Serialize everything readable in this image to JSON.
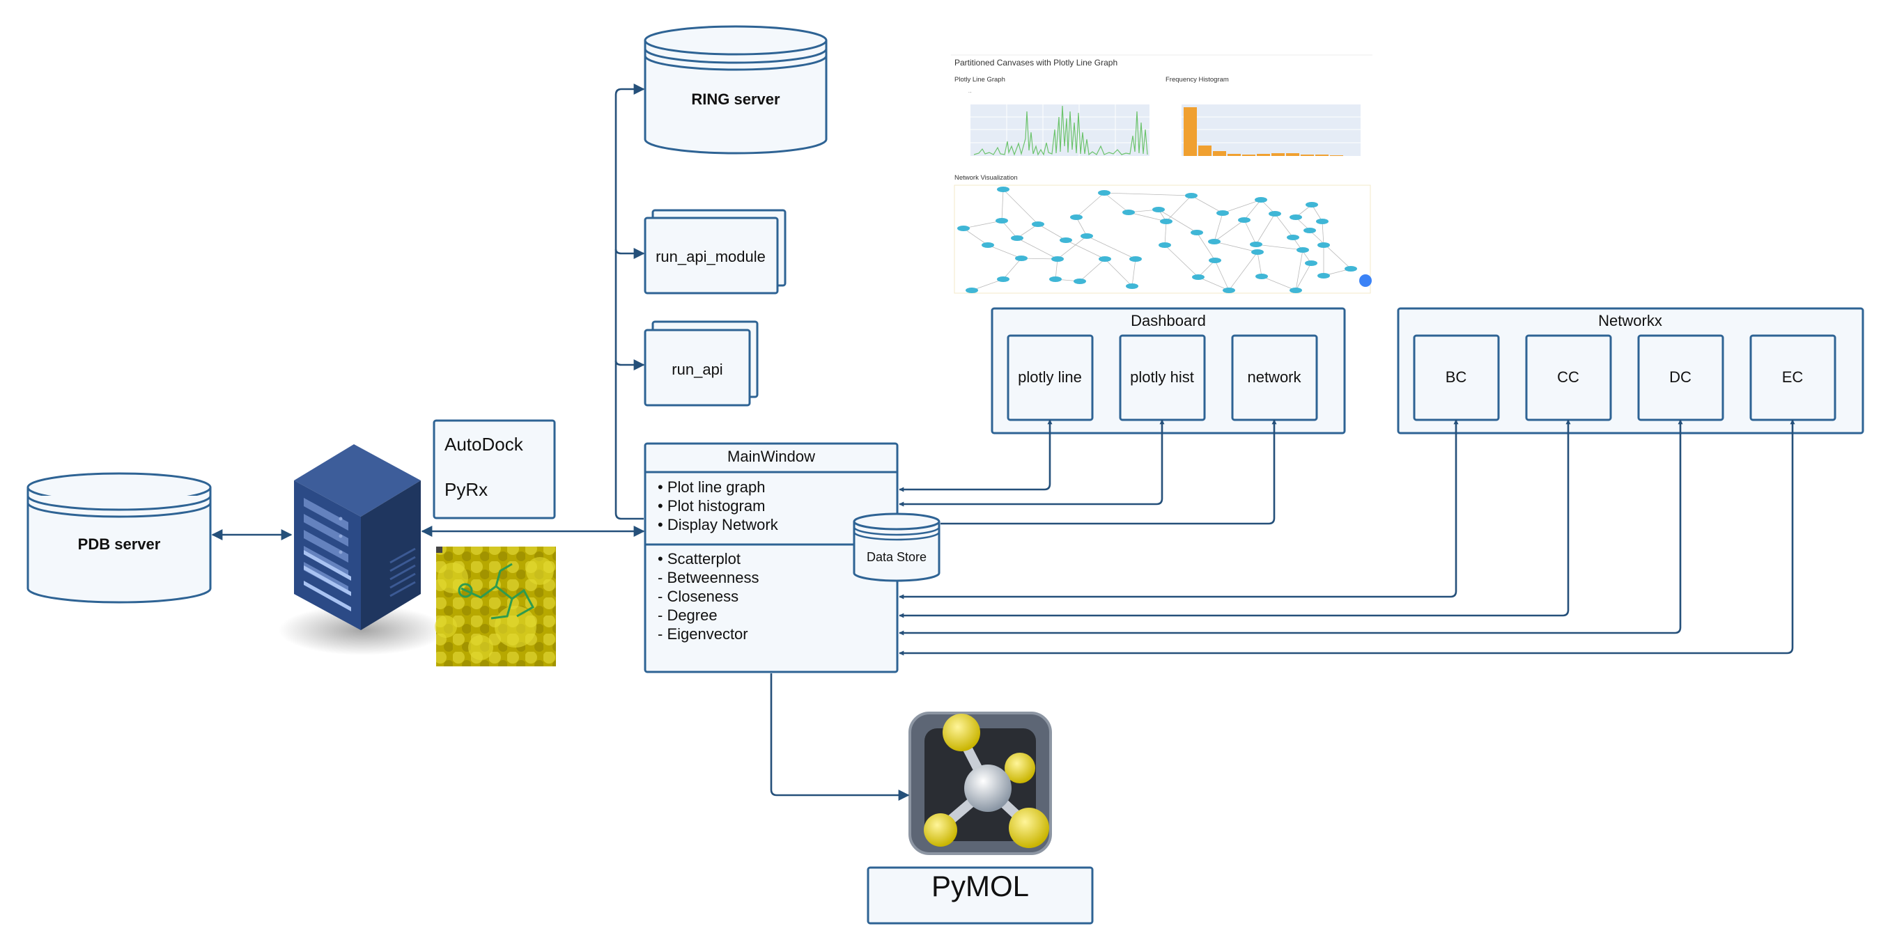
{
  "nodes": {
    "pdb_server": "PDB server",
    "ring_server": "RING server",
    "run_api_module": "run_api_module",
    "run_api": "run_api",
    "tools": [
      "AutoDock",
      "PyRx"
    ],
    "data_store": "Data Store",
    "pymol": "PyMOL"
  },
  "main_window": {
    "title": "MainWindow",
    "section1": [
      "• Plot line graph",
      "• Plot histogram",
      "• Display Network"
    ],
    "section2": [
      "• Scatterplot",
      "- Betweenness",
      "- Closeness",
      "- Degree",
      "- Eigenvector"
    ]
  },
  "dashboard": {
    "title": "Dashboard",
    "items": [
      "plotly line",
      "plotly hist",
      "network"
    ]
  },
  "networkx": {
    "title": "Networkx",
    "items": [
      "BC",
      "CC",
      "DC",
      "EC"
    ]
  },
  "screenshot": {
    "title": "Partitioned Canvases with Plotly Line Graph",
    "line_panel": "Plotly Line Graph",
    "hist_panel": "Frequency Histogram",
    "network_panel": "Network Visualization"
  },
  "colors": {
    "stroke": "#2e6394",
    "fill": "#f4f8fc",
    "arrow": "#25507a",
    "server": "#2b4a86",
    "docking_bg": "#c8b800",
    "plot_line": "#6cc36c",
    "plot_hist": "#f0a030",
    "network_node": "#3fb6d6"
  },
  "icons": {
    "server": "server-rack-icon",
    "docking": "molecular-docking-image",
    "pymol": "pymol-logo-icon"
  }
}
